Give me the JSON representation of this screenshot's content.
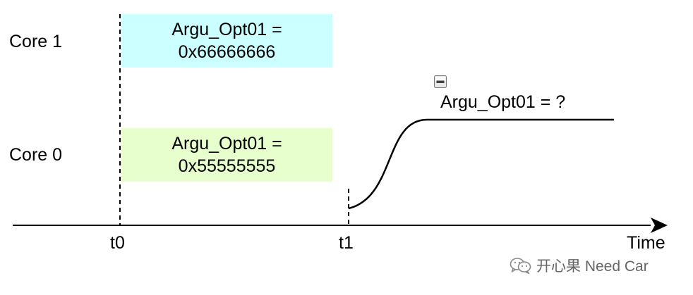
{
  "rows": {
    "core1": "Core 1",
    "core0": "Core 0"
  },
  "boxes": {
    "core1": {
      "line1": "Argu_Opt01 =",
      "line2": "0x66666666",
      "color": "#ccffff"
    },
    "core0": {
      "line1": "Argu_Opt01 =",
      "line2": "0x55555555",
      "color": "#e6ffcc"
    }
  },
  "curve_label": "Argu_Opt01 = ?",
  "axis": {
    "label": "Time",
    "ticks": {
      "t0": "t0",
      "t1": "t1"
    }
  },
  "collapse_icon": "minus-box-icon",
  "watermark": {
    "icon": "wechat-icon",
    "text": "开心果 Need Car"
  }
}
